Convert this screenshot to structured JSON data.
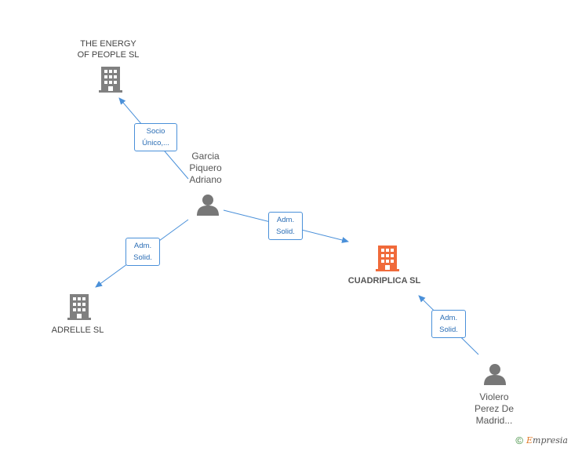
{
  "nodes": {
    "energy": {
      "line1": "THE ENERGY",
      "line2": "OF PEOPLE SL"
    },
    "garcia": {
      "line1": "Garcia",
      "line2": "Piquero",
      "line3": "Adriano"
    },
    "cuadriplica": {
      "line1": "CUADRIPLICA SL"
    },
    "adrelle": {
      "line1": "ADRELLE SL"
    },
    "violero": {
      "line1": "Violero",
      "line2": "Perez De",
      "line3": "Madrid..."
    }
  },
  "edges": {
    "socio": {
      "line1": "Socio",
      "line2": "Único,..."
    },
    "adm1": {
      "line1": "Adm.",
      "line2": "Solid."
    },
    "adm2": {
      "line1": "Adm.",
      "line2": "Solid."
    },
    "adm3": {
      "line1": "Adm.",
      "line2": "Solid."
    }
  },
  "brand": {
    "symbol": "©",
    "first_letter": "E",
    "rest": "mpresia"
  },
  "colors": {
    "edge": "#4a90d9",
    "building": "#808080",
    "focus_building": "#f06a3a",
    "person": "#777777"
  },
  "icons": {
    "company": "building-icon",
    "person": "person-icon"
  }
}
